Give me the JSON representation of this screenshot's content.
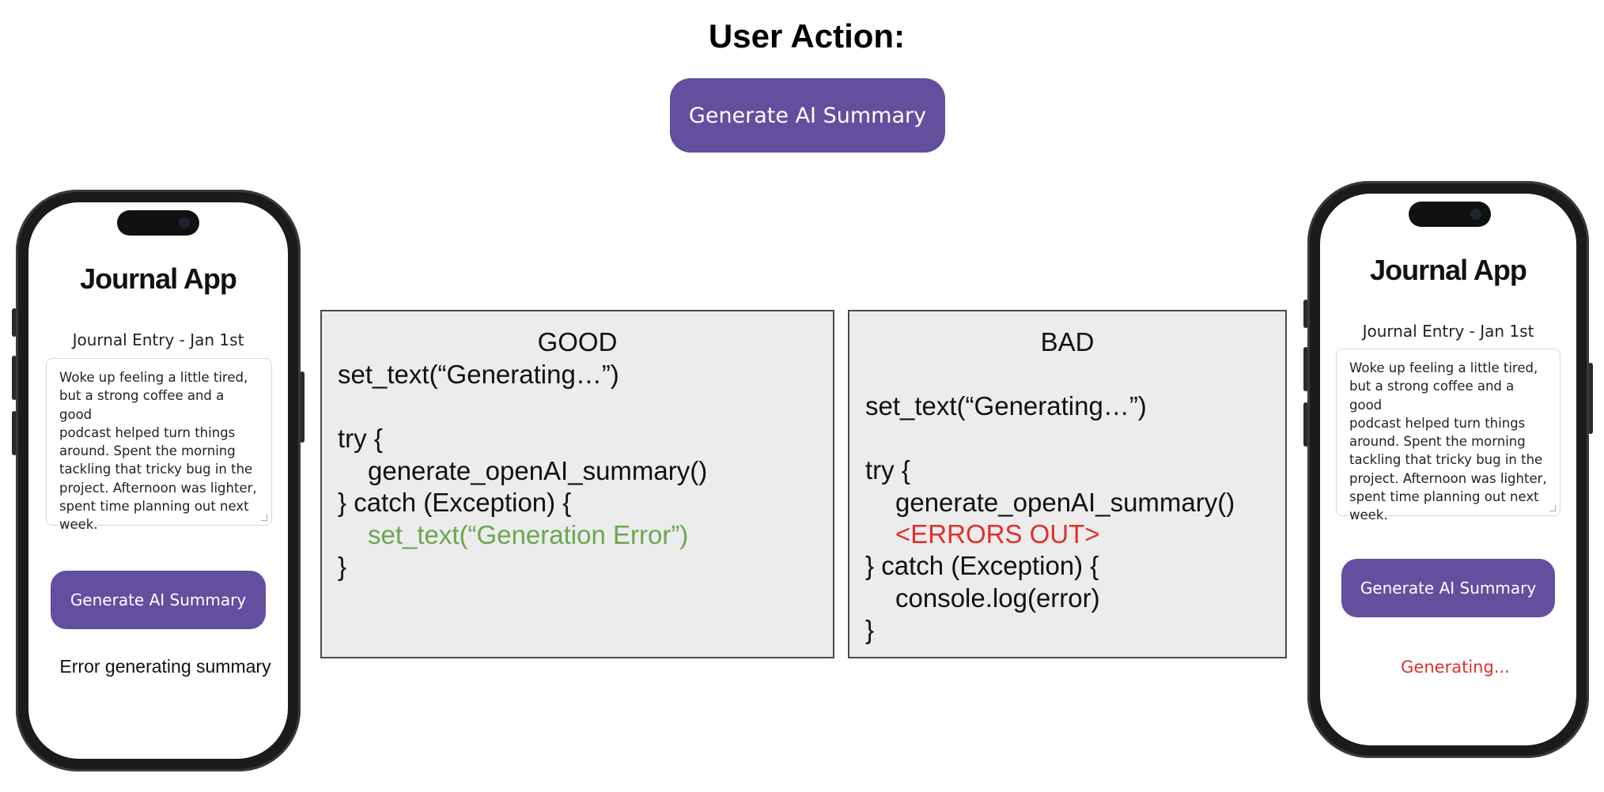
{
  "header": {
    "title": "User Action:",
    "button_label": "Generate AI Summary"
  },
  "colors": {
    "accent": "#624f9e",
    "good_green": "#6aa84f",
    "error_red": "#e0302a"
  },
  "phone_left": {
    "app_title": "Journal App",
    "entry_label": "Journal Entry - Jan 1st",
    "entry_lines": [
      "Woke up feeling a little tired,",
      "but a strong coffee and a good",
      "podcast helped turn things",
      "around. Spent the morning",
      "tackling that tricky bug in the",
      "project. Afternoon was lighter,",
      "spent time planning out next",
      "week."
    ],
    "button_label": "Generate AI Summary",
    "status": "Error generating summary"
  },
  "phone_right": {
    "app_title": "Journal App",
    "entry_label": "Journal Entry - Jan 1st",
    "entry_lines": [
      "Woke up feeling a little tired,",
      "but a strong coffee and a good",
      "podcast helped turn things",
      "around. Spent the morning",
      "tackling that tricky bug in the",
      "project. Afternoon was lighter,",
      "spent time planning out next",
      "week."
    ],
    "button_label": "Generate AI Summary",
    "status": "Generating..."
  },
  "good_panel": {
    "title": "GOOD",
    "lines": [
      "set_text(“Generating…”)",
      "try {",
      "generate_openAI_summary()",
      "} catch (Exception) {",
      "set_text(“Generation Error”)",
      "}"
    ]
  },
  "bad_panel": {
    "title": "BAD",
    "lines": [
      "set_text(“Generating…”)",
      "try {",
      "generate_openAI_summary()",
      "<ERRORS OUT>",
      "} catch (Exception) {",
      "console.log(error)",
      "}"
    ]
  }
}
